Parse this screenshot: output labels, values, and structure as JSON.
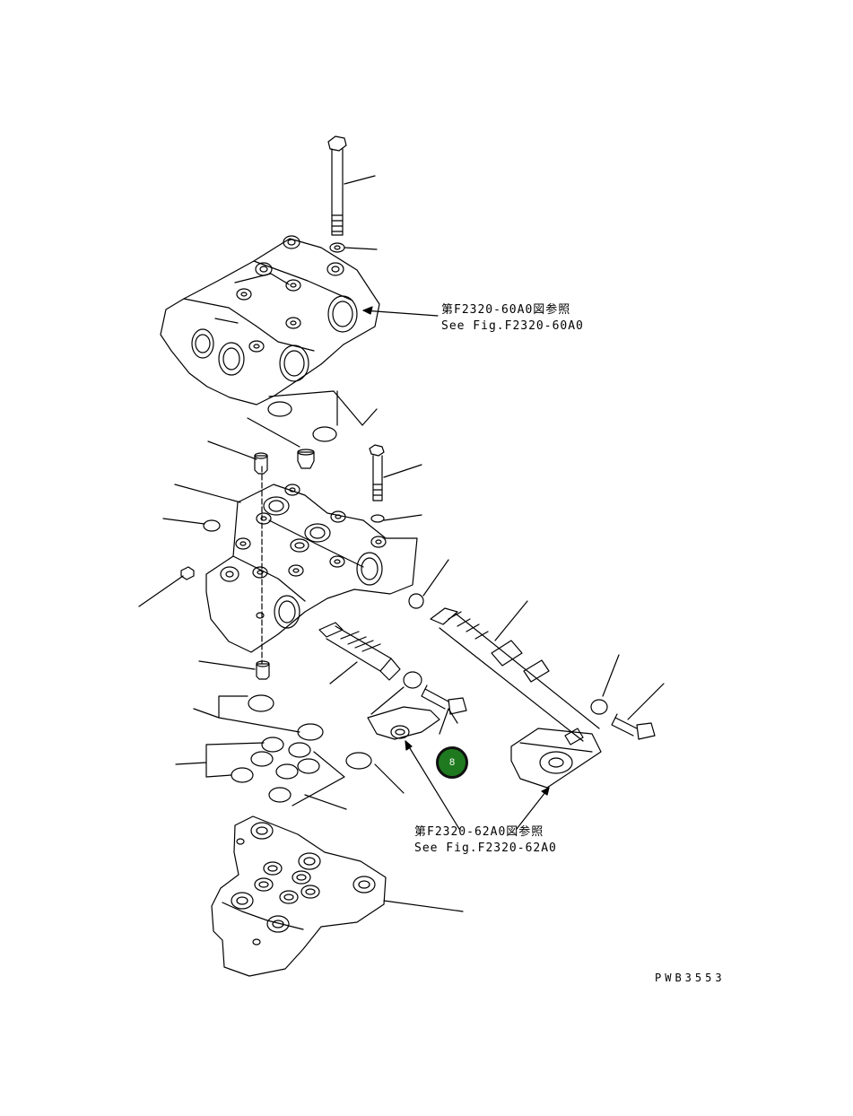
{
  "references": [
    {
      "jp": "第F2320-60A0図参照",
      "en": "See Fig.F2320-60A0"
    },
    {
      "jp": "第F2320-62A0図参照",
      "en": "See Fig.F2320-62A0"
    }
  ],
  "drawing_number": "PWB3553",
  "hotspot": {
    "label": "8",
    "color": "#1f7a1f"
  }
}
